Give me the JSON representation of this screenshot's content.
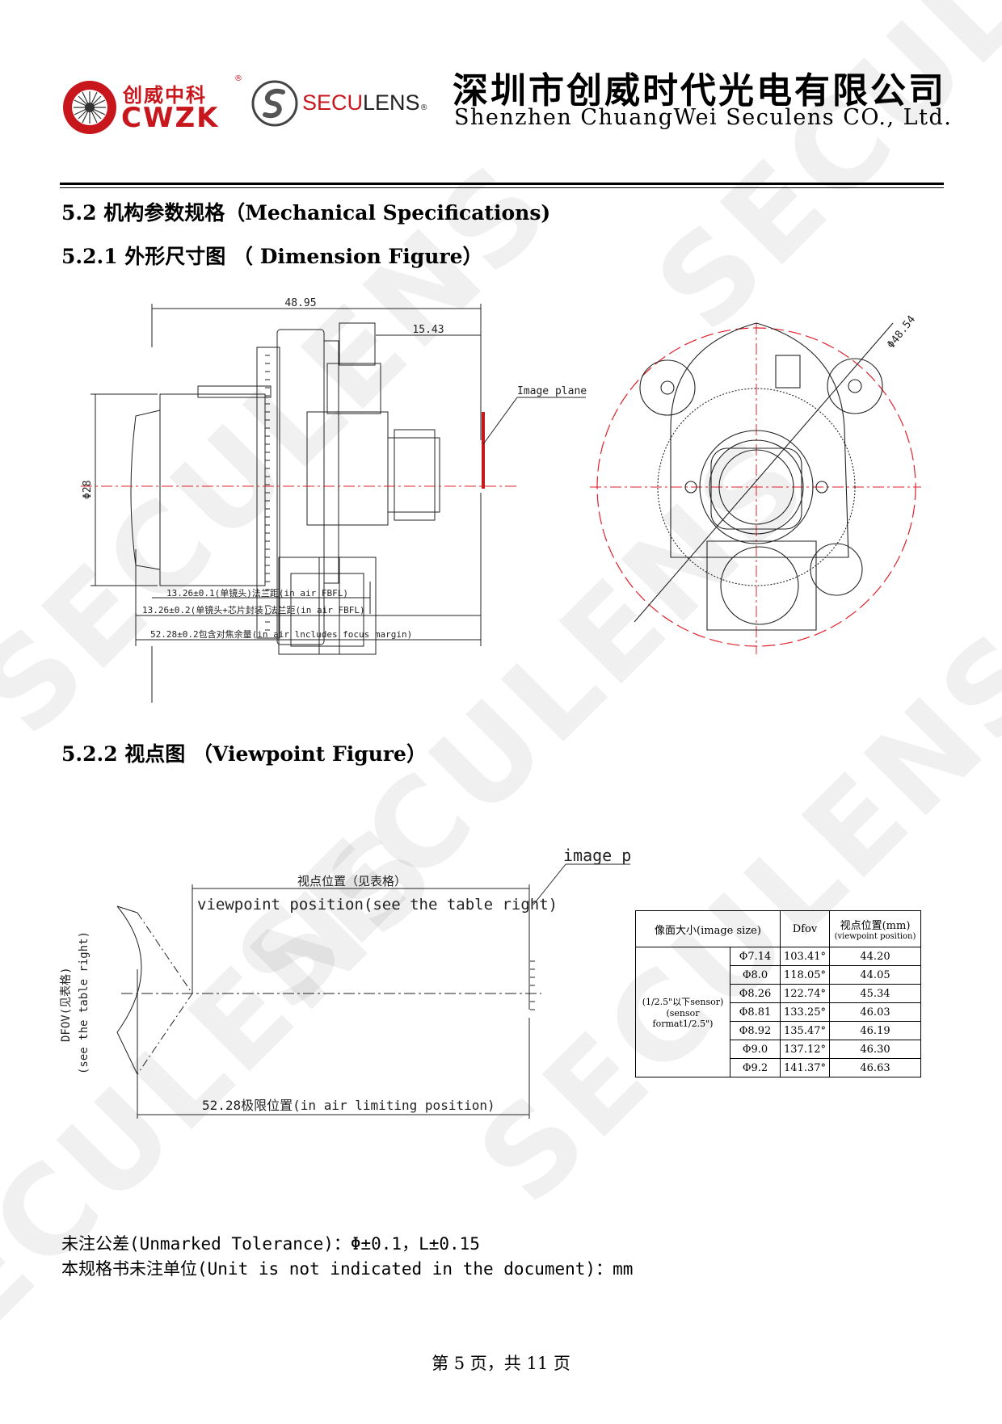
{
  "header": {
    "logo1_cn": "创威中科",
    "logo1_en": "CWZK",
    "logo2_brand_red": "SECU",
    "logo2_brand_dark": "LENS",
    "registered_mark": "®",
    "company_cn": "深圳市创威时代光电有限公司",
    "company_en": "Shenzhen ChuangWei Seculens CO., Ltd."
  },
  "sections": {
    "s52": "5.2 机构参数规格（Mechanical Specifications)",
    "s521": "5.2.1 外形尺寸图 （ Dimension Figure）",
    "s522": "5.2.2 视点图 （Viewpoint Figure）"
  },
  "dimension_figure": {
    "overall_length": "48.95",
    "rear_length": "15.43",
    "diameter": "Φ28",
    "image_plane": "Image plane",
    "front_diameter": "Φ48.54",
    "flange1": "13.26±0.1(单镜头)法兰距(in air FBFL)",
    "flange2": "13.26±0.2(单镜头+芯片封装)法兰距(in air FBFL)",
    "focus_margin": "52.28±0.2包含对焦余量(in air lncludes focus margin)"
  },
  "viewpoint_figure": {
    "image_plane": "image plane",
    "pos_cn": "视点位置（见表格）",
    "pos_en": "viewpoint position(see the table right)",
    "dfov_cn": "DFOV(见表格)",
    "dfov_en": "(see the table right)",
    "limit": "52.28极限位置(in air limiting position)"
  },
  "viewpoint_table": {
    "headers": {
      "size": "像面大小(image size)",
      "dfov": "Dfov",
      "pos": "视点位置(mm)",
      "pos_sub": "(viewpoint position)"
    },
    "group_label_1": "(1/2.5\"以下sensor)",
    "group_label_2": "(sensor format1/2.5\")",
    "rows": [
      {
        "size": "Φ7.14",
        "dfov": "103.41°",
        "pos": "44.20"
      },
      {
        "size": "Φ8.0",
        "dfov": "118.05°",
        "pos": "44.05"
      },
      {
        "size": "Φ8.26",
        "dfov": "122.74°",
        "pos": "45.34"
      },
      {
        "size": "Φ8.81",
        "dfov": "133.25°",
        "pos": "46.03"
      },
      {
        "size": "Φ8.92",
        "dfov": "135.47°",
        "pos": "46.19"
      },
      {
        "size": "Φ9.0",
        "dfov": "137.12°",
        "pos": "46.30"
      },
      {
        "size": "Φ9.2",
        "dfov": "141.37°",
        "pos": "46.63"
      }
    ]
  },
  "notes": {
    "tolerance": "未注公差(Unmarked Tolerance)：Φ±0.1，L±0.15",
    "unit": "本规格书未注单位(Unit is not indicated in the document)：mm"
  },
  "footer": "第 5 页，共 11 页",
  "watermark": "SECULENS",
  "colors": {
    "brand_red": "#c8161d",
    "centerline": "#e0202a"
  }
}
